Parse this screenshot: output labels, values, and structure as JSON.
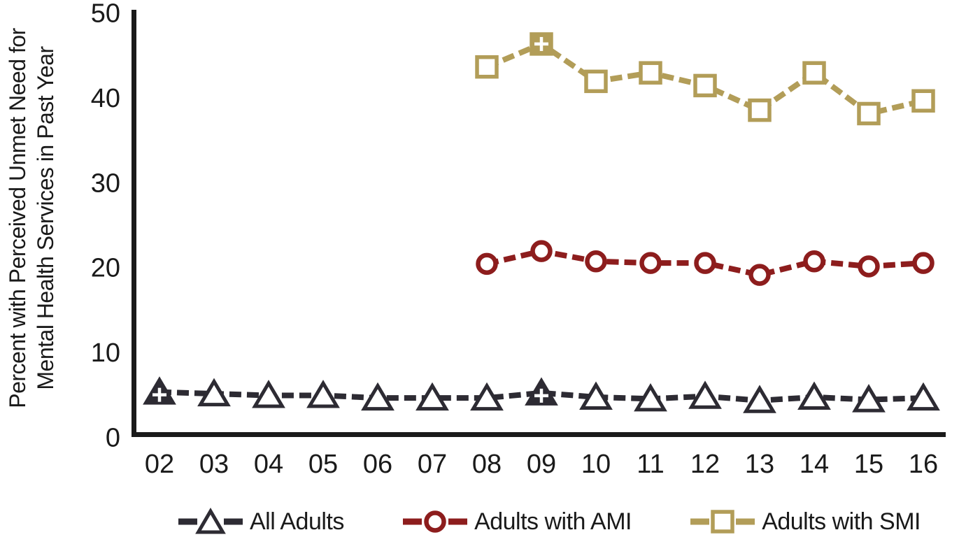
{
  "chart_data": {
    "type": "line",
    "title": "",
    "xlabel": "",
    "ylabel_lines": [
      "Percent with Perceived Unmet Need for",
      "Mental Health Services in Past Year"
    ],
    "x_tick_labels": [
      "02",
      "03",
      "04",
      "05",
      "06",
      "07",
      "08",
      "09",
      "10",
      "11",
      "12",
      "13",
      "14",
      "15",
      "16"
    ],
    "yticks": [
      0,
      10,
      20,
      30,
      40,
      50
    ],
    "ylim": [
      0,
      50
    ],
    "grid": false,
    "legend_position": "bottom",
    "axis_color": "#1a1a1a",
    "series": [
      {
        "name": "All Adults",
        "color": "#2d2b33",
        "marker": "triangle",
        "values": [
          5.3,
          5.1,
          4.9,
          4.9,
          4.6,
          4.6,
          4.6,
          5.2,
          4.7,
          4.5,
          4.8,
          4.3,
          4.7,
          4.4,
          4.6
        ],
        "significant_years": [
          "02",
          "09"
        ]
      },
      {
        "name": "Adults with AMI",
        "color": "#8d1d1d",
        "marker": "circle",
        "values": [
          null,
          null,
          null,
          null,
          null,
          null,
          20.4,
          21.9,
          20.7,
          20.5,
          20.5,
          19.1,
          20.7,
          20.1,
          20.5
        ],
        "significant_years": []
      },
      {
        "name": "Adults with SMI",
        "color": "#b29d58",
        "marker": "square",
        "values": [
          null,
          null,
          null,
          null,
          null,
          null,
          43.6,
          46.3,
          41.9,
          42.9,
          41.4,
          38.5,
          42.9,
          38.1,
          39.6
        ],
        "significant_years": [
          "09"
        ]
      }
    ],
    "significance_symbol": "+"
  }
}
